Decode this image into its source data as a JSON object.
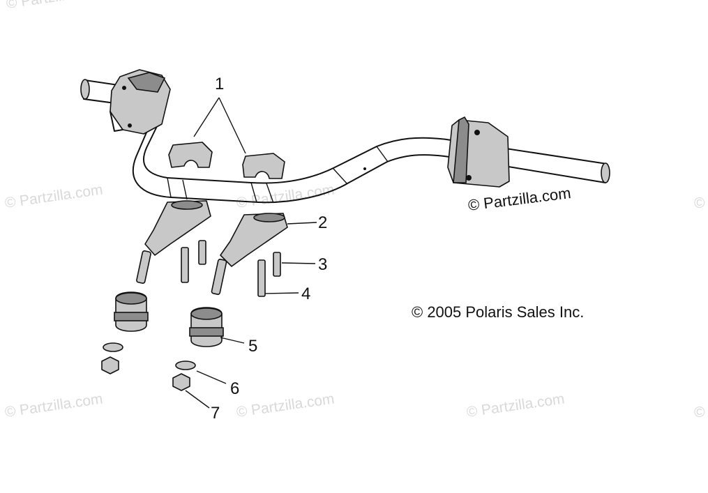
{
  "watermarks": [
    {
      "text": "© Partzilla.com"
    },
    {
      "text": "© Partzilla.com"
    },
    {
      "text": "© Partzilla.com"
    },
    {
      "text": "© Partzilla.com"
    },
    {
      "text": "© Partzilla.com"
    },
    {
      "text": "© Partzilla.com"
    },
    {
      "text": "©"
    },
    {
      "text": "©"
    }
  ],
  "copyright_stamp": "© Partzilla.com",
  "publisher_notice": "© 2005 Polaris Sales Inc.",
  "callouts": [
    "1",
    "2",
    "3",
    "4",
    "5",
    "6",
    "7"
  ],
  "colors": {
    "line": "#111111",
    "fill": "#c8c8c8",
    "watermark": "#d9d9d9"
  }
}
